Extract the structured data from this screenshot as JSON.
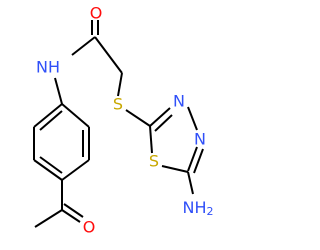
{
  "molecule": {
    "atoms": {
      "o_carbonyl_amide": {
        "element": "O",
        "color": "#ff0d0d"
      },
      "nh_amide": {
        "element": "NH",
        "color": "#3050f8"
      },
      "s_thioether": {
        "element": "S",
        "color": "#c8a800"
      },
      "n_ring_upper": {
        "element": "N",
        "color": "#3050f8"
      },
      "n_ring_lower": {
        "element": "N",
        "color": "#3050f8"
      },
      "s_ring": {
        "element": "S",
        "color": "#c8a800"
      },
      "nh2_amino": {
        "element": "NH",
        "subscript": "2",
        "color": "#3050f8"
      },
      "o_carbonyl_acetyl": {
        "element": "O",
        "color": "#ff0d0d"
      }
    },
    "bond_color": "#000000"
  }
}
